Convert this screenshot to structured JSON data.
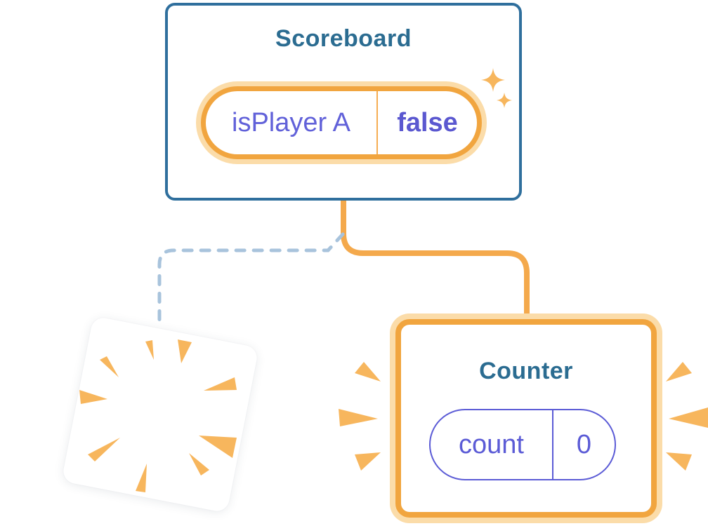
{
  "diagram": {
    "scoreboard": {
      "title": "Scoreboard",
      "state": {
        "key": "isPlayer A",
        "value": "false"
      }
    },
    "counter": {
      "title": "Counter",
      "state": {
        "key": "count",
        "value": "0"
      }
    },
    "destroyed_component": {
      "icon": "poof-burst-icon",
      "meaning": ""
    },
    "icons": {
      "sparkles": "sparkle-icon",
      "emphasis_rays": "emphasis-rays-icon",
      "poof": "poof-burst-icon"
    },
    "colors": {
      "card_border_blue": "#2F6F9D",
      "title_blue": "#2B6C91",
      "accent_orange": "#F1A53F",
      "orange_glow": "#FBDCA9",
      "burst_orange": "#F7B65D",
      "connector_orange": "#F4A94C",
      "state_purple": "#5B5BD6",
      "state_purple_bold": "#5B58D0",
      "dashed_connector_blue": "#A8C3DC",
      "background": "#FFFFFF"
    }
  }
}
